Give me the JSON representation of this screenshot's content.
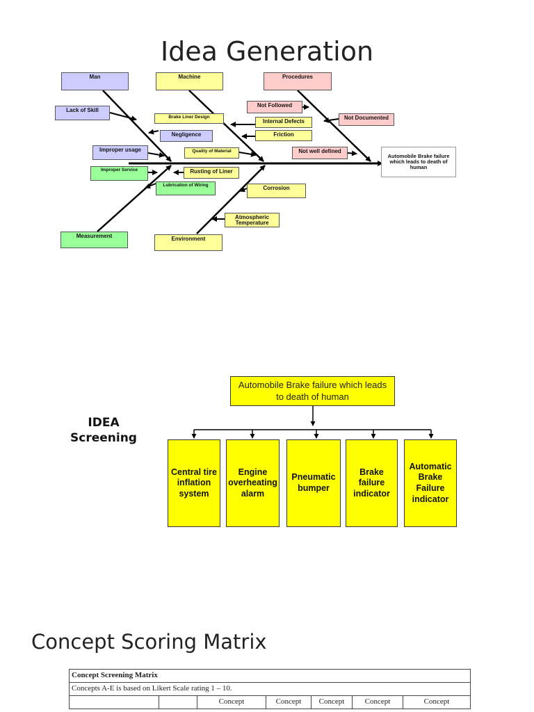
{
  "titles": {
    "idea_generation": "Idea Generation",
    "concept_scoring": "Concept Scoring Matrix"
  },
  "fishbone": {
    "effect": "Automobile Brake failure which leads to death of human",
    "categories": {
      "man": "Man",
      "machine": "Machine",
      "procedures": "Procedures",
      "measurement": "Measurement",
      "environment": "Environment"
    },
    "causes": {
      "lack_of_skill": "Lack of Skill",
      "negligence": "Negligence",
      "improper_usage": "Improper usage",
      "brake_liner_design": "Brake Liner Design",
      "quality_of_material": "Quality of Material",
      "internal_defects": "Internal Defects",
      "friction": "Friction",
      "not_followed": "Not Followed",
      "not_documented": "Not Documented",
      "not_well_defined": "Not well defined",
      "improper_service": "Improper Service",
      "lubrication_of_wiring": "Lubrication of Wiring",
      "rusting_of_liner": "Rusting of Liner",
      "corrosion": "Corrosion",
      "atmospheric_temperature": "Atmospheric Temperature"
    },
    "colors": {
      "blue": "#ccccff",
      "yellow": "#ffff99",
      "pink": "#ffcccc",
      "green": "#99ff99"
    }
  },
  "screening": {
    "label_line1": "IDEA",
    "label_line2": "Screening",
    "problem": "Automobile Brake failure which leads to death of human",
    "concepts": [
      "Central tire inflation system",
      "Engine overheating alarm",
      "Pneumatic bumper",
      "Brake failure indicator",
      "Automatic Brake Failure indicator"
    ],
    "box_color": "#ffff00"
  },
  "matrix": {
    "heading": "Concept Screening Matrix",
    "note": "Concepts A-E is based on Likert Scale rating 1 – 10.",
    "column_headers": [
      "Concept",
      "Concept",
      "Concept",
      "Concept",
      "Concept"
    ]
  }
}
